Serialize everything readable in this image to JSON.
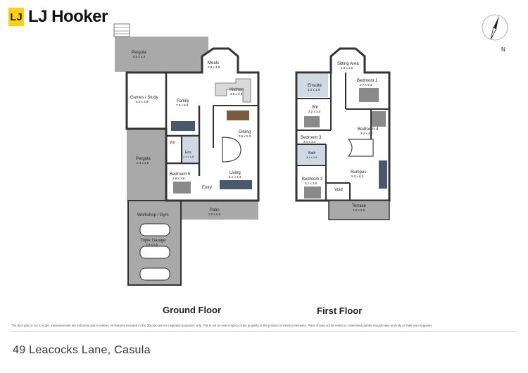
{
  "brand": {
    "mark": "LJ",
    "name": "LJ Hooker"
  },
  "compass": {
    "north_label": "N"
  },
  "ground_floor": {
    "title": "Ground Floor",
    "rooms": {
      "pergola_top": {
        "name": "Pergola",
        "dims": "8.4 x 4.5"
      },
      "meals": {
        "name": "Meals",
        "dims": "2.8 x 3.6"
      },
      "games": {
        "name": "Games / Study",
        "dims": "6.0 x 3.8"
      },
      "family": {
        "name": "Family",
        "dims": "7.0 x 3.8"
      },
      "kitchen": {
        "name": "Kitchen",
        "dims": "3.8 x 3.9"
      },
      "dining": {
        "name": "Dining",
        "dims": "3.6 x 6.3"
      },
      "pergola_side": {
        "name": "Pergola",
        "dims": "2.4 x 3.6"
      },
      "wir": {
        "name": "Wir"
      },
      "ens": {
        "name": "Ens",
        "dims": "2.4 x 1.8"
      },
      "bedroom5": {
        "name": "Bedroom 5",
        "dims": "3.9 x 3.8"
      },
      "entry": {
        "name": "Entry"
      },
      "living": {
        "name": "Living",
        "dims": "5.1 x 4.3"
      },
      "patio": {
        "name": "Patio",
        "dims": "2.0 x 8.8"
      },
      "workshop": {
        "name": "Workshop / Gym"
      },
      "garage": {
        "name": "Triple Garage",
        "dims": "2.9 x 5.5"
      }
    }
  },
  "first_floor": {
    "title": "First Floor",
    "rooms": {
      "sitting": {
        "name": "Sitting Area",
        "dims": "2.8 x 3.6"
      },
      "ensuite": {
        "name": "Ensuite",
        "dims": "3.2 x 1.9"
      },
      "bedroom1": {
        "name": "Bedroom 1",
        "dims": "3.7 x 6.3"
      },
      "wir": {
        "name": "Wir",
        "dims": "2.2 x 3.0"
      },
      "bedroom3": {
        "name": "Bedroom 3",
        "dims": "3.1 x 3.4"
      },
      "bedroom4": {
        "name": "Bedroom 4",
        "dims": "3.2 x 4.4"
      },
      "bath": {
        "name": "Bath",
        "dims": "3.1 x 2.5"
      },
      "rumpus": {
        "name": "Rumpus",
        "dims": "5.2 x 6.3"
      },
      "bedroom2": {
        "name": "Bedroom 2",
        "dims": "3.1 x 3.9"
      },
      "void": {
        "name": "Void"
      },
      "terrace": {
        "name": "Terrace",
        "dims": "2.0 x 6.5"
      }
    }
  },
  "disclaimer": "The floor plan is not to scale, measurements are indicative and in metres. All features included in this 3D plan are for inspiration purposes only. This is not an exact replica of the property or the position of exterior elements. Plans should not be relied on. Interested parties should make and rely on their own enquiries.",
  "address": "49 Leacocks Lane, Casula",
  "colors": {
    "wall": "#333333",
    "outdoor": "#a9a9a9",
    "floor": "#ffffff",
    "wet": "#cfd9e4",
    "brand": "#ffd200"
  }
}
